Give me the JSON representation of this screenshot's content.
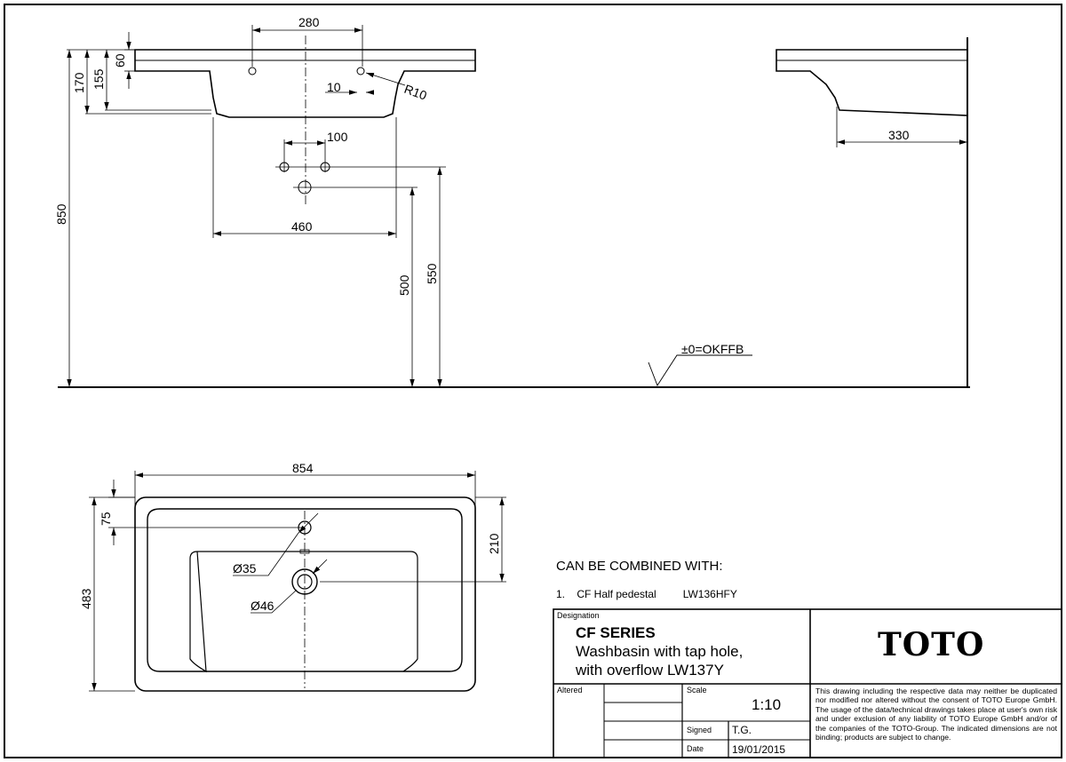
{
  "dimensions": {
    "d280": "280",
    "d60": "60",
    "d170": "170",
    "d155": "155",
    "d10": "10",
    "r10": "R10",
    "d100": "100",
    "d460": "460",
    "d850": "850",
    "d500": "500",
    "d550": "550",
    "d330": "330",
    "floor_ref": "±0=OKFFB",
    "d854": "854",
    "d75": "75",
    "d483": "483",
    "d210": "210",
    "dia35": "Ø35",
    "dia46": "Ø46"
  },
  "combination": {
    "heading": "CAN BE COMBINED WITH:",
    "items": [
      {
        "num": "1.",
        "name": "CF Half pedestal",
        "code": "LW136HFY"
      }
    ]
  },
  "title_block": {
    "designation_label": "Designation",
    "series": "CF SERIES",
    "line1": "Washbasin with tap hole,",
    "line2": "with overflow LW137Y",
    "brand": "TOTO",
    "altered_label": "Altered",
    "scale_label": "Scale",
    "scale_value": "1:10",
    "signed_label": "Signed",
    "signed_value": "T.G.",
    "date_label": "Date",
    "date_value": "19/01/2015",
    "disclaimer": "This drawing including the respective data may neither be duplicated nor modified nor altered without the consent of TOTO Europe GmbH. The usage of the data/technical drawings takes place at user's own risk and under exclusion of any liability of TOTO Europe GmbH and/or of the companies of the TOTO-Group. The indicated dimensions are not binding; products are subject to change."
  }
}
